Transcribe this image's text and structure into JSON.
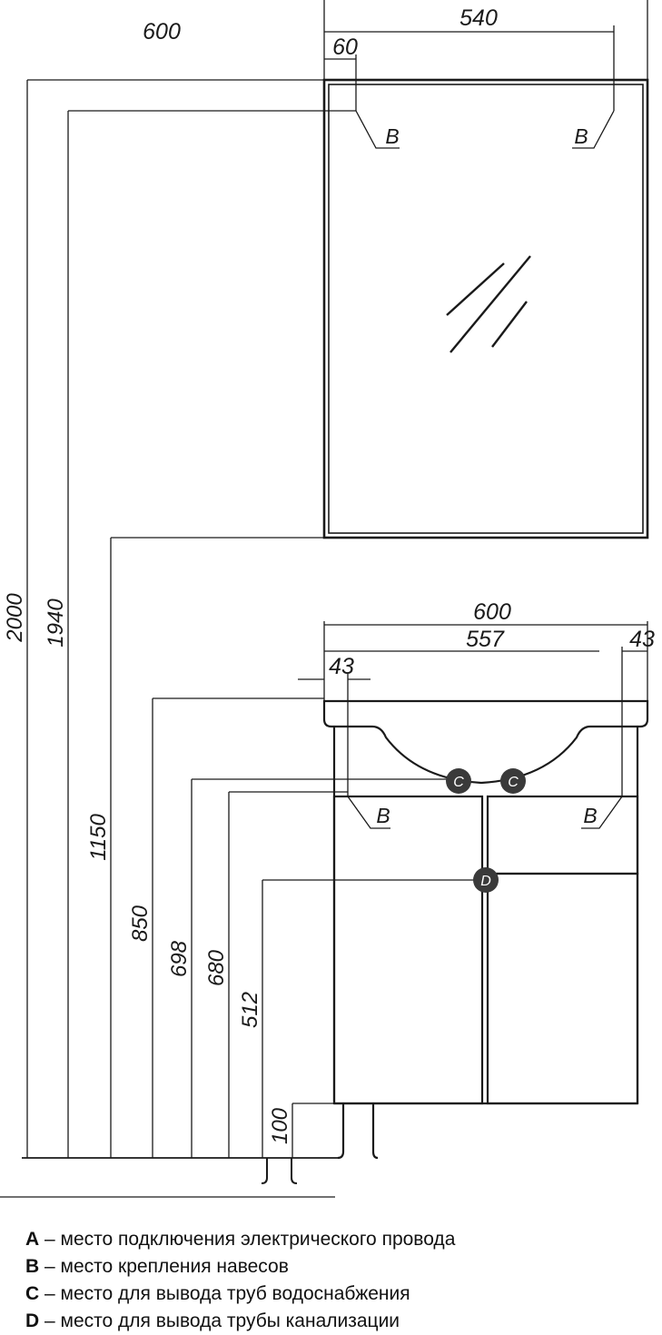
{
  "diagram": {
    "mirror": {
      "dimensions": {
        "overall_width": "600",
        "hook_spacing": "540",
        "hook_offset": "60"
      },
      "hook_markers": [
        "B",
        "B"
      ]
    },
    "cabinet": {
      "dimensions": {
        "overall_width": "600",
        "inner_width": "557",
        "side_offset_left": "43",
        "side_offset_right": "43"
      },
      "hook_markers": [
        "B",
        "B"
      ],
      "water_outlets": [
        "C",
        "C"
      ],
      "drain_outlet": "D"
    },
    "heights": [
      "2000",
      "1940",
      "1150",
      "850",
      "698",
      "680",
      "512",
      "100"
    ]
  },
  "legend": [
    {
      "key": "A",
      "text": " – место подключения электрического провода"
    },
    {
      "key": "B",
      "text": " – место крепления навесов"
    },
    {
      "key": "C",
      "text": " – место для вывода труб водоснабжения"
    },
    {
      "key": "D",
      "text": " – место для вывода трубы канализации"
    }
  ]
}
